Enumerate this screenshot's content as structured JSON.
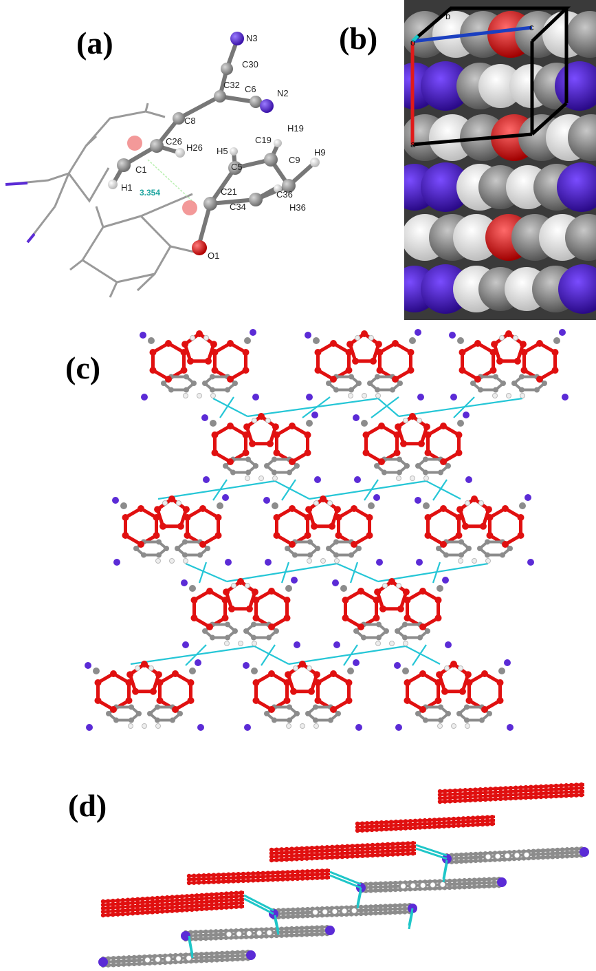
{
  "panels": {
    "a": {
      "label": "(a)"
    },
    "b": {
      "label": "(b)"
    },
    "c": {
      "label": "(c)"
    },
    "d": {
      "label": "(d)"
    }
  },
  "panel_a": {
    "atoms": [
      "N3",
      "C30",
      "C32",
      "C6",
      "N2",
      "C8",
      "C26",
      "H26",
      "C1",
      "H1",
      "H5",
      "C19",
      "H19",
      "H9",
      "C5",
      "C9",
      "C21",
      "C36",
      "H36",
      "C34",
      "O1"
    ],
    "distance": "3.354"
  },
  "panel_b": {
    "axes": [
      "b",
      "o",
      "c",
      "a"
    ]
  },
  "colors": {
    "carbon": "#8c8c8c",
    "nitrogen": "#5b2bd6",
    "oxygen": "#e01010",
    "hydrogen": "#f4f4f4",
    "contact": "#1fc6c8",
    "cell_a": "#e01a1a",
    "cell_c": "#1a3fc0"
  }
}
